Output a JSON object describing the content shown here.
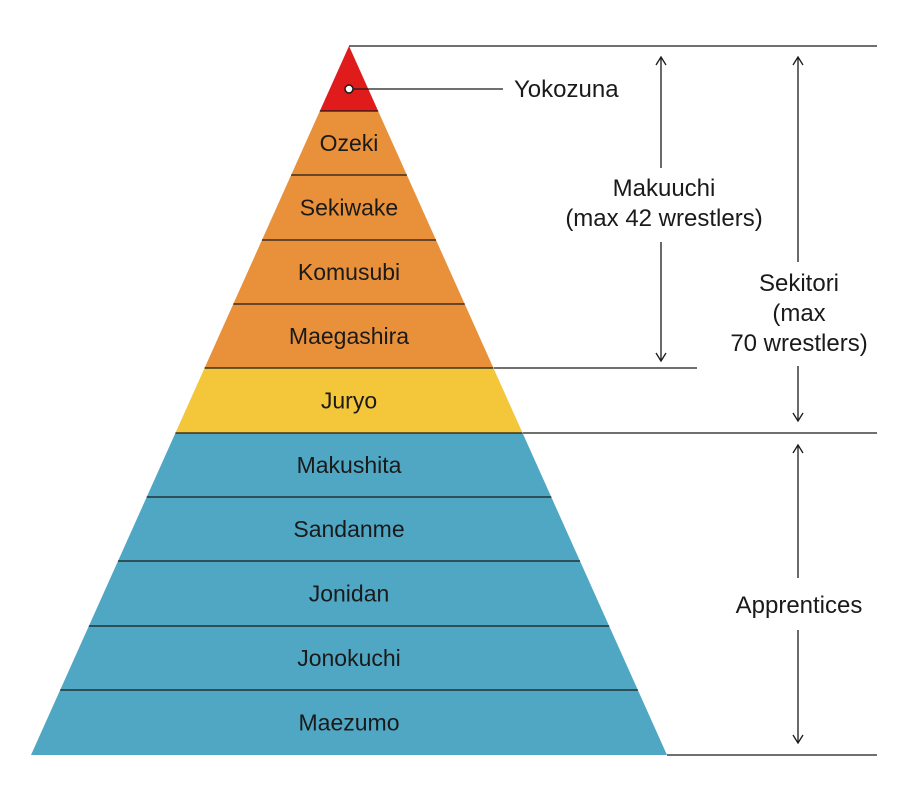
{
  "colors": {
    "top": "#e01b1b",
    "makuuchi": "#e8903a",
    "juryo": "#f4c63a",
    "apprentices": "#4fa7c4",
    "line": "#1a1a1a"
  },
  "tiers": [
    {
      "label": "",
      "group": "top"
    },
    {
      "label": "Ozeki",
      "group": "makuuchi"
    },
    {
      "label": "Sekiwake",
      "group": "makuuchi"
    },
    {
      "label": "Komusubi",
      "group": "makuuchi"
    },
    {
      "label": "Maegashira",
      "group": "makuuchi"
    },
    {
      "label": "Juryo",
      "group": "juryo"
    },
    {
      "label": "Makushita",
      "group": "apprentices"
    },
    {
      "label": "Sandanme",
      "group": "apprentices"
    },
    {
      "label": "Jonidan",
      "group": "apprentices"
    },
    {
      "label": "Jonokuchi",
      "group": "apprentices"
    },
    {
      "label": "Maezumo",
      "group": "apprentices"
    }
  ],
  "annotations": {
    "yokozuna": "Yokozuna",
    "makuuchi": [
      "Makuuchi",
      "(max 42 wrestlers)"
    ],
    "sekitori": [
      "Sekitori",
      "(max",
      "70 wrestlers)"
    ],
    "apprentices": "Apprentices"
  }
}
